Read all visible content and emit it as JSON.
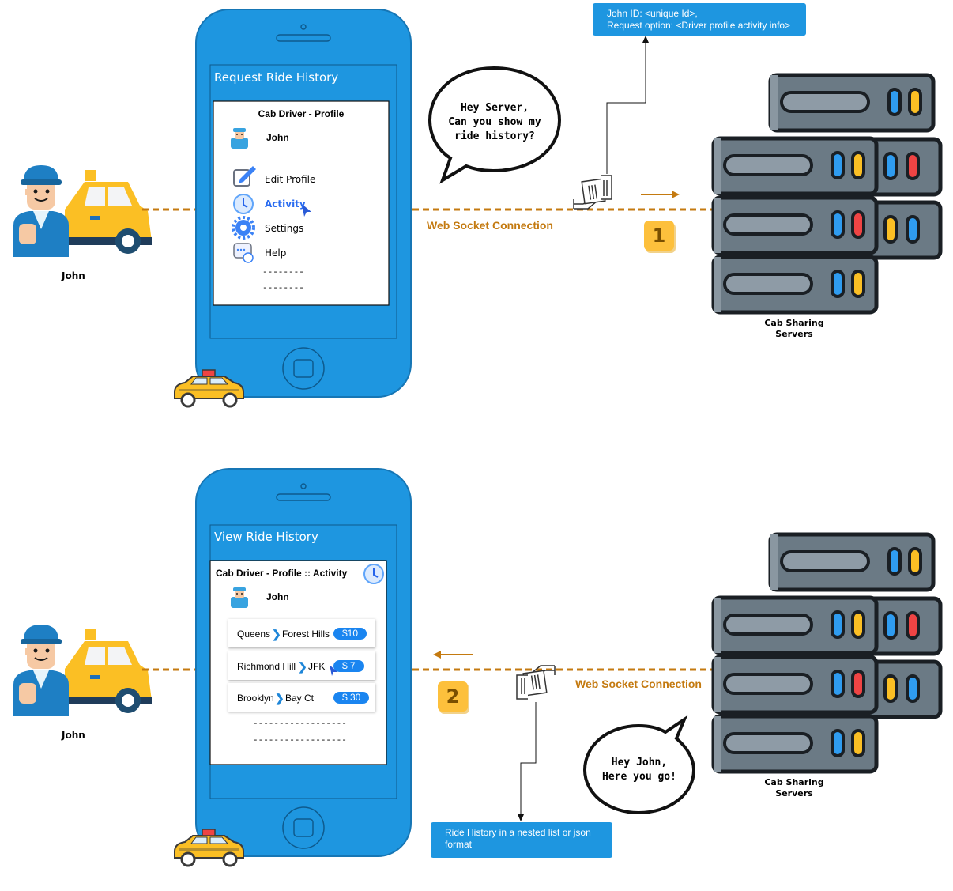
{
  "top": {
    "user_label": "John",
    "phone_title": "Request Ride History",
    "card_title": "Cab Driver - Profile",
    "user_name": "John",
    "menu": [
      {
        "label": "Edit Profile",
        "icon": "edit-profile-icon"
      },
      {
        "label": "Activity",
        "icon": "activity-icon",
        "active": true
      },
      {
        "label": "Settings",
        "icon": "gear-icon"
      },
      {
        "label": "Help",
        "icon": "help-chat-icon"
      }
    ],
    "dashes": [
      "--------",
      "--------"
    ],
    "speech": [
      "Hey Server,",
      "Can you show my",
      "ride history?"
    ],
    "connection_label": "Web Socket Connection",
    "step": "1",
    "note_lines": [
      "John ID: <unique Id>,",
      "Request option: <Driver profile activity info>"
    ],
    "server_label": [
      "Cab Sharing",
      "Servers"
    ]
  },
  "bottom": {
    "user_label": "John",
    "phone_title": "View Ride History",
    "card_title": "Cab Driver - Profile :: Activity",
    "user_name": "John",
    "rides": [
      {
        "from": "Queens",
        "to": "Forest Hills",
        "fare": "$10"
      },
      {
        "from": "Richmond Hill",
        "to": "JFK",
        "fare": "$ 7"
      },
      {
        "from": "Brooklyn",
        "to": "Bay Ct",
        "fare": "$ 30"
      }
    ],
    "dashes": [
      "------------------",
      "------------------"
    ],
    "speech": [
      "Hey John,",
      "Here you go!"
    ],
    "connection_label": "Web Socket Connection",
    "step": "2",
    "note_lines": [
      "Ride History in a nested list or json",
      "format"
    ],
    "server_label": [
      "Cab Sharing",
      "Servers"
    ]
  },
  "colors": {
    "phone_blue": "#1e96e0",
    "connection": "#c47a10",
    "taxi_yellow": "#fbbf24",
    "server_gray": "#6b7a85",
    "accent_blue": "#1a85f0"
  }
}
